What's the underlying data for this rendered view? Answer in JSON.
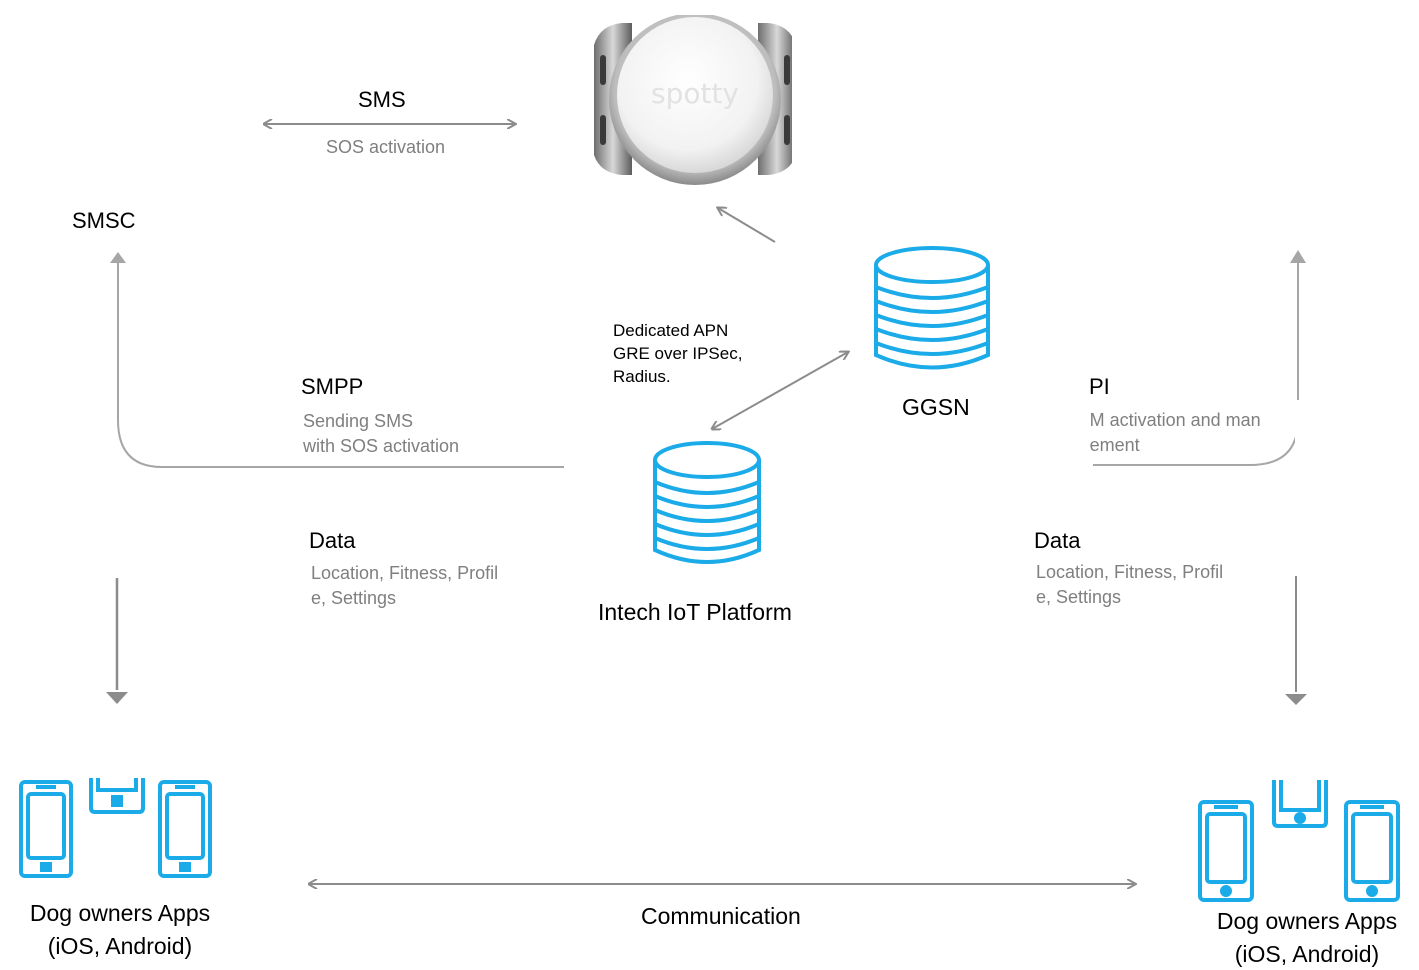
{
  "nodes": {
    "smsc": "SMSC",
    "ggsn": "GGSN",
    "platform": "Intech IoT Platform",
    "apps_left": [
      "Dog owners Apps",
      "(iOS, Android)"
    ],
    "apps_right": [
      "Dog owners Apps",
      "(iOS, Android)"
    ],
    "device_brand": "spotty"
  },
  "links": {
    "sms": {
      "title": "SMS",
      "sub": "SOS activation"
    },
    "smpp": {
      "title": "SMPP",
      "sub": [
        "Sending SMS",
        "with SOS activation"
      ]
    },
    "api": {
      "title": "PI",
      "sub": [
        " M activation and man",
        " ement"
      ]
    },
    "data_left": {
      "title": "Data",
      "sub": [
        "Location, Fitness, Profil",
        "e, Settings"
      ]
    },
    "data_right": {
      "title": "Data",
      "sub": [
        "Location, Fitness, Profil",
        "e, Settings"
      ]
    },
    "apn": [
      "Dedicated APN",
      "GRE over IPSec,",
      "Radius."
    ],
    "communication": "Communication"
  },
  "colors": {
    "icon_blue": "#1aabe8",
    "arrow_gray": "#8c8c8c",
    "sub_text_gray": "#7f7f7f"
  },
  "icons": [
    "spotty-tracker-device-icon",
    "database-icon",
    "smartphone-icon"
  ]
}
